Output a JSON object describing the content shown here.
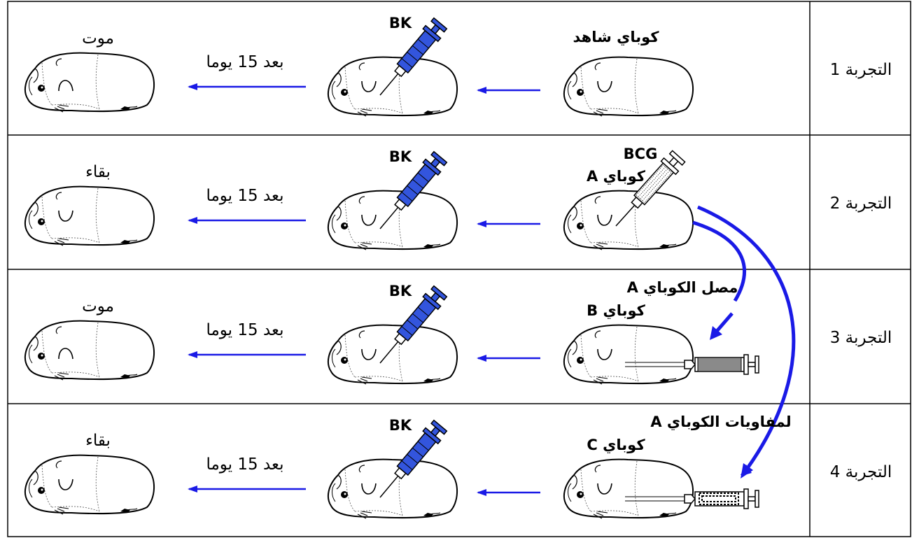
{
  "rows": [
    {
      "experiment": "التجربة 1",
      "start_label": "كوباي شاهد",
      "start_syringe": null,
      "start_syringe_label": "",
      "injection": "BK",
      "delay": "بعد 15 يوما",
      "outcome": "موت",
      "outcome_dead": true
    },
    {
      "experiment": "التجربة 2",
      "start_label": "كوباي A",
      "start_syringe": "BCG",
      "start_syringe_label": "BCG",
      "injection": "BK",
      "delay": "بعد 15 يوما",
      "outcome": "بقاء",
      "outcome_dead": false
    },
    {
      "experiment": "التجربة 3",
      "start_label": "كوباي B",
      "start_syringe": "serum",
      "start_syringe_label": "",
      "transfer_label": "مصل الكوباي A",
      "injection": "BK",
      "delay": "بعد 15 يوما",
      "outcome": "موت",
      "outcome_dead": true
    },
    {
      "experiment": "التجربة 4",
      "start_label": "كوباي C",
      "start_syringe": "lymph",
      "start_syringe_label": "",
      "transfer_label": "لمفاويات الكوباي A",
      "injection": "BK",
      "delay": "بعد 15 يوما",
      "outcome": "بقاء",
      "outcome_dead": false
    }
  ],
  "colors": {
    "arrow": "#1a1ae6",
    "syringe_bk": "#3355dd",
    "syringe_serum": "#8a8a8a",
    "outline": "#000000"
  }
}
